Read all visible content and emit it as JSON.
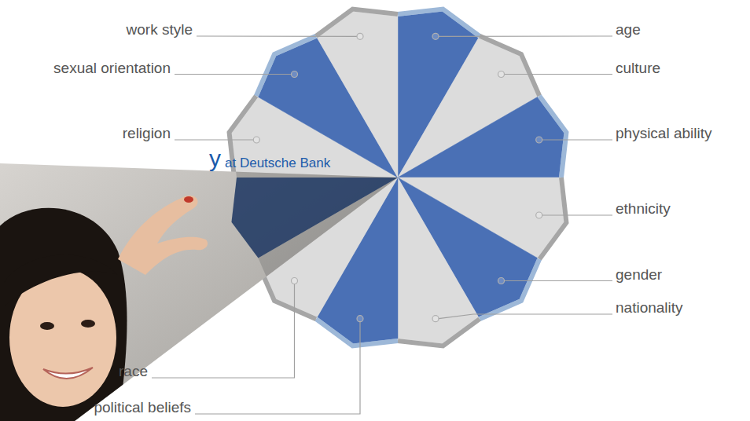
{
  "diagram": {
    "labels": [
      "y",
      "at Deutsche Bank",
      "work style",
      "sexual orientation",
      "religion",
      "race",
      "political beliefs",
      "age",
      "culture",
      "physical ability",
      "ethnicity",
      "gender",
      "nationality"
    ]
  }
}
